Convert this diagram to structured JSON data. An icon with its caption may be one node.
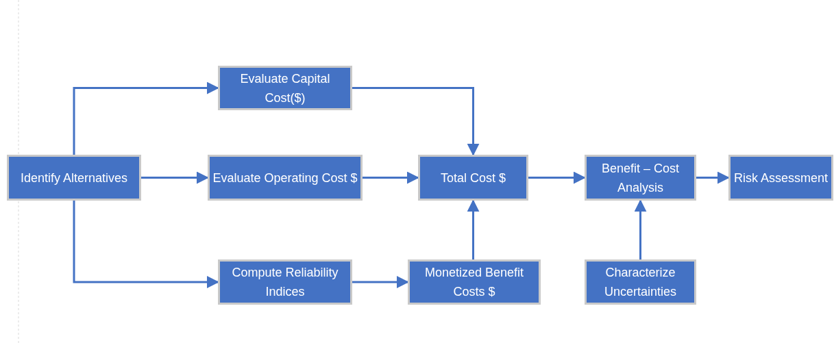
{
  "diagram": {
    "nodes": [
      {
        "text": [
          "Identify Alternatives"
        ]
      },
      {
        "text": [
          "Evaluate Capital Cost($)"
        ]
      },
      {
        "text": [
          "Evaluate Operating Cost $"
        ]
      },
      {
        "text": [
          "Total Cost $"
        ]
      },
      {
        "text": [
          "Benefit – Cost Analysis"
        ]
      },
      {
        "text": [
          "Risk Assessment"
        ]
      },
      {
        "text": [
          "Compute Reliability Indices"
        ]
      },
      {
        "text": [
          "Monetized Benefit Costs $"
        ]
      },
      {
        "text": [
          "Characterize Uncertainties"
        ]
      }
    ],
    "edges": [
      {
        "from": 0,
        "to": 1,
        "arrow": "to"
      },
      {
        "from": 0,
        "to": 2,
        "arrow": "to"
      },
      {
        "from": 0,
        "to": 6,
        "arrow": "to"
      },
      {
        "from": 1,
        "to": 3,
        "arrow": "to"
      },
      {
        "from": 2,
        "to": 3,
        "arrow": "to"
      },
      {
        "from": 7,
        "to": 3,
        "arrow": "to"
      },
      {
        "from": 3,
        "to": 4,
        "arrow": "to"
      },
      {
        "from": 4,
        "to": 5,
        "arrow": "to"
      },
      {
        "from": 6,
        "to": 7,
        "arrow": "to"
      },
      {
        "from": 8,
        "to": 4,
        "arrow": "to"
      }
    ]
  }
}
